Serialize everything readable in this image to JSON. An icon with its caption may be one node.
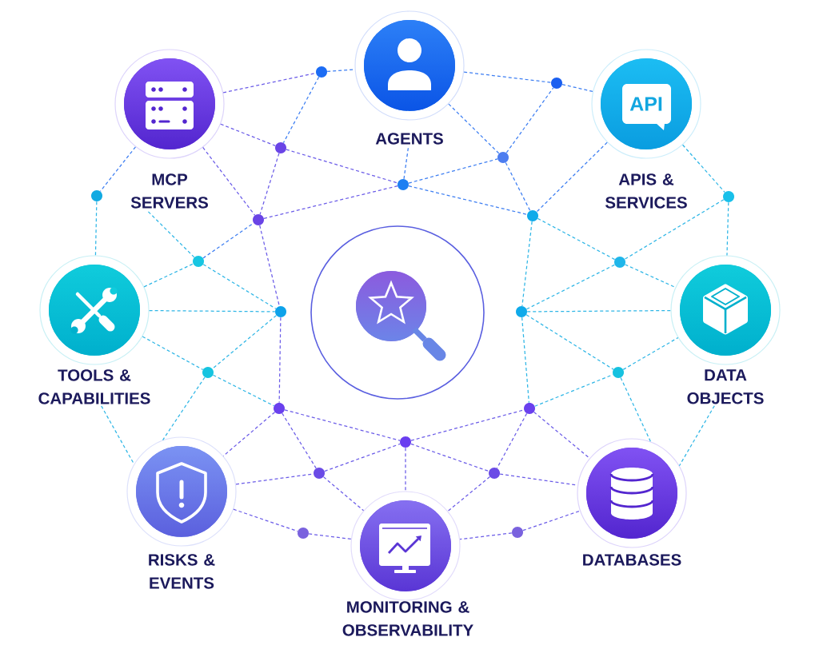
{
  "diagram": {
    "nodes": [
      {
        "text": [
          "AGENTS"
        ]
      },
      {
        "text": [
          "MCP SERVERS"
        ]
      },
      {
        "text": [
          "API",
          "APIS & SERVICES"
        ]
      },
      {
        "text": [
          "TOOLS & CAPABILITIES"
        ]
      },
      {
        "text": [],
        "shape": "circle"
      },
      {
        "text": [
          "DATA OBJECTS"
        ]
      },
      {
        "text": [
          "RISKS & EVENTS"
        ]
      },
      {
        "text": [
          "MONITORING & OBSERVABILITY"
        ]
      },
      {
        "text": [
          "DATABASES"
        ]
      },
      {
        "text": [],
        "shape": "circle"
      },
      {
        "text": [],
        "shape": "circle"
      },
      {
        "text": [],
        "shape": "circle"
      },
      {
        "text": [],
        "shape": "circle"
      },
      {
        "text": [],
        "shape": "circle"
      },
      {
        "text": [],
        "shape": "circle"
      },
      {
        "text": [],
        "shape": "circle"
      },
      {
        "text": [],
        "shape": "circle"
      },
      {
        "text": [],
        "shape": "circle"
      },
      {
        "text": [],
        "shape": "circle"
      },
      {
        "text": [],
        "shape": "circle"
      },
      {
        "text": [],
        "shape": "circle"
      },
      {
        "text": [],
        "shape": "circle"
      },
      {
        "text": [],
        "shape": "circle"
      },
      {
        "text": [],
        "shape": "circle"
      },
      {
        "text": [],
        "shape": "circle"
      },
      {
        "text": [],
        "shape": "circle"
      },
      {
        "text": [],
        "shape": "circle"
      },
      {
        "text": [],
        "shape": "circle"
      },
      {
        "text": [],
        "shape": "circle"
      },
      {
        "text": [],
        "shape": "circle"
      },
      {
        "text": [],
        "shape": "circle"
      }
    ],
    "edges": [
      {
        "from": 1,
        "to": 9,
        "arrow": "none",
        "style": "dashed"
      },
      {
        "from": 9,
        "to": 0,
        "arrow": "none",
        "style": "dashed",
        "color": "#3d7ef2"
      },
      {
        "from": 9,
        "to": 11,
        "arrow": "none",
        "style": "dashed",
        "color": "#3d7ef2"
      },
      {
        "from": 1,
        "to": 11,
        "arrow": "none",
        "style": "dashed"
      },
      {
        "from": 1,
        "to": 17,
        "arrow": "none",
        "style": "dashed"
      },
      {
        "from": 11,
        "to": 17,
        "arrow": "none",
        "style": "dashed"
      },
      {
        "from": 11,
        "to": 13,
        "arrow": "none",
        "style": "dashed"
      },
      {
        "from": 17,
        "to": 13,
        "arrow": "none",
        "style": "dashed"
      },
      {
        "from": 13,
        "to": 0,
        "arrow": "none",
        "style": "dashed",
        "color": "#3d7ef2"
      },
      {
        "from": 13,
        "to": 12,
        "arrow": "none",
        "style": "dashed",
        "color": "#3d7ef2"
      },
      {
        "from": 13,
        "to": 16,
        "arrow": "none",
        "style": "dashed",
        "color": "#3d7ef2"
      },
      {
        "from": 0,
        "to": 12,
        "arrow": "none",
        "style": "dashed",
        "color": "#3d7ef2"
      },
      {
        "from": 12,
        "to": 10,
        "arrow": "none",
        "style": "dashed",
        "color": "#3d7ef2"
      },
      {
        "from": 0,
        "to": 10,
        "arrow": "none",
        "style": "dashed",
        "color": "#3d7ef2"
      },
      {
        "from": 10,
        "to": 2,
        "arrow": "none",
        "style": "dashed",
        "color": "#3d7ef2"
      },
      {
        "from": 12,
        "to": 16,
        "arrow": "none",
        "style": "dashed",
        "color": "#3d7ef2"
      },
      {
        "from": 2,
        "to": 16,
        "arrow": "none",
        "style": "dashed",
        "color": "#3d7ef2"
      },
      {
        "from": 16,
        "to": 19,
        "arrow": "none",
        "style": "dashed",
        "color": "#2fb6e6"
      },
      {
        "from": 16,
        "to": 21,
        "arrow": "none",
        "style": "dashed",
        "color": "#2fb6e6"
      },
      {
        "from": 2,
        "to": 15,
        "arrow": "none",
        "style": "dashed",
        "color": "#2fb6e6"
      },
      {
        "from": 15,
        "to": 19,
        "arrow": "none",
        "style": "dashed",
        "color": "#2fb6e6"
      },
      {
        "from": 15,
        "to": 5,
        "arrow": "none",
        "style": "dashed",
        "color": "#2fb6e6"
      },
      {
        "from": 19,
        "to": 5,
        "arrow": "none",
        "style": "dashed",
        "color": "#2fb6e6"
      },
      {
        "from": 21,
        "to": 19,
        "arrow": "none",
        "style": "dashed",
        "color": "#2fb6e6"
      },
      {
        "from": 21,
        "to": 5,
        "arrow": "none",
        "style": "dashed",
        "color": "#2fb6e6"
      },
      {
        "from": 21,
        "to": 23,
        "arrow": "none",
        "style": "dashed",
        "color": "#2fb6e6"
      },
      {
        "from": 1,
        "to": 14,
        "arrow": "none",
        "style": "dashed",
        "color": "#3d7ef2"
      },
      {
        "from": 14,
        "to": 3,
        "arrow": "none",
        "style": "dashed",
        "color": "#2fb6e6"
      },
      {
        "from": 18,
        "to": 17,
        "arrow": "none",
        "style": "dashed",
        "color": "#3d7ef2"
      },
      {
        "from": 18,
        "to": 1,
        "arrow": "none",
        "style": "dashed",
        "color": "#2fb6e6"
      },
      {
        "from": 18,
        "to": 20,
        "arrow": "none",
        "style": "dashed",
        "color": "#2fb6e6"
      },
      {
        "from": 3,
        "to": 18,
        "arrow": "none",
        "style": "dashed",
        "color": "#2fb6e6"
      },
      {
        "from": 3,
        "to": 20,
        "arrow": "none",
        "style": "dashed",
        "color": "#2fb6e6"
      },
      {
        "from": 3,
        "to": 22,
        "arrow": "none",
        "style": "dashed",
        "color": "#2fb6e6"
      },
      {
        "from": 22,
        "to": 24,
        "arrow": "none",
        "style": "dashed",
        "color": "#2fb6e6"
      },
      {
        "from": 22,
        "to": 6,
        "arrow": "none",
        "style": "dashed",
        "color": "#2fb6e6"
      },
      {
        "from": 3,
        "to": 6,
        "arrow": "none",
        "style": "dashed",
        "color": "#2fb6e6"
      },
      {
        "from": 24,
        "to": 6,
        "arrow": "none",
        "style": "dashed"
      },
      {
        "from": 6,
        "to": 27,
        "arrow": "none",
        "style": "dashed"
      },
      {
        "from": 6,
        "to": 29,
        "arrow": "none",
        "style": "dashed"
      },
      {
        "from": 29,
        "to": 7,
        "arrow": "none",
        "style": "dashed"
      },
      {
        "from": 24,
        "to": 27,
        "arrow": "none",
        "style": "dashed"
      },
      {
        "from": 24,
        "to": 26,
        "arrow": "none",
        "style": "dashed"
      },
      {
        "from": 27,
        "to": 26,
        "arrow": "none",
        "style": "dashed"
      },
      {
        "from": 26,
        "to": 7,
        "arrow": "none",
        "style": "dashed"
      },
      {
        "from": 27,
        "to": 7,
        "arrow": "none",
        "style": "dashed"
      },
      {
        "from": 26,
        "to": 25,
        "arrow": "none",
        "style": "dashed"
      },
      {
        "from": 26,
        "to": 28,
        "arrow": "none",
        "style": "dashed"
      },
      {
        "from": 25,
        "to": 28,
        "arrow": "none",
        "style": "dashed"
      },
      {
        "from": 28,
        "to": 7,
        "arrow": "none",
        "style": "dashed"
      },
      {
        "from": 30,
        "to": 7,
        "arrow": "none",
        "style": "dashed"
      },
      {
        "from": 30,
        "to": 8,
        "arrow": "none",
        "style": "dashed"
      },
      {
        "from": 28,
        "to": 8,
        "arrow": "none",
        "style": "dashed"
      },
      {
        "from": 25,
        "to": 8,
        "arrow": "none",
        "style": "dashed"
      },
      {
        "from": 25,
        "to": 23,
        "arrow": "none",
        "style": "dashed",
        "color": "#2fb6e6"
      },
      {
        "from": 23,
        "to": 8,
        "arrow": "none",
        "style": "dashed",
        "color": "#2fb6e6"
      },
      {
        "from": 23,
        "to": 5,
        "arrow": "none",
        "style": "dashed",
        "color": "#2fb6e6"
      },
      {
        "from": 5,
        "to": 8,
        "arrow": "none",
        "style": "dashed",
        "color": "#2fb6e6"
      },
      {
        "from": 21,
        "to": 25,
        "arrow": "none",
        "style": "dashed",
        "color": "#2fb6e6"
      },
      {
        "from": 17,
        "to": 20,
        "arrow": "none",
        "style": "dashed"
      },
      {
        "from": 20,
        "to": 24,
        "arrow": "none",
        "style": "dashed"
      },
      {
        "from": 20,
        "to": 22,
        "arrow": "none",
        "style": "dashed",
        "color": "#2fb6e6"
      }
    ]
  }
}
